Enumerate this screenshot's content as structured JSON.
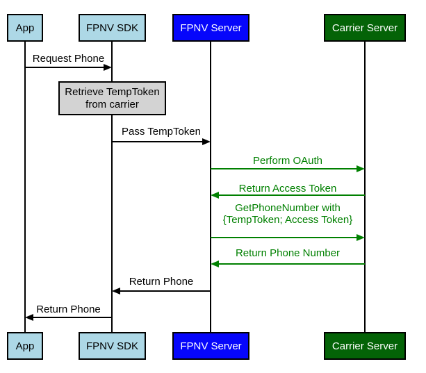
{
  "diagram": {
    "type": "sequence-diagram",
    "actors": [
      {
        "id": "app",
        "label": "App"
      },
      {
        "id": "fpnv-sdk",
        "label": "FPNV SDK"
      },
      {
        "id": "fpnv-server",
        "label": "FPNV Server"
      },
      {
        "id": "carrier-server",
        "label": "Carrier Server"
      }
    ],
    "note": {
      "text": "Retrieve TempToken\nfrom carrier"
    },
    "messages": [
      {
        "label": "Request Phone",
        "from": "App",
        "to": "FPNV SDK",
        "direction": "right",
        "color": "black"
      },
      {
        "label": "Pass TempToken",
        "from": "FPNV SDK",
        "to": "FPNV Server",
        "direction": "right",
        "color": "black"
      },
      {
        "label": "Perform OAuth",
        "from": "FPNV Server",
        "to": "Carrier Server",
        "direction": "right",
        "color": "green"
      },
      {
        "label": "Return Access Token",
        "from": "Carrier Server",
        "to": "FPNV Server",
        "direction": "left",
        "color": "green"
      },
      {
        "label": "GetPhoneNumber with\n{TempToken; Access Token}",
        "from": "FPNV Server",
        "to": "Carrier Server",
        "direction": "right",
        "color": "green"
      },
      {
        "label": "Return Phone Number",
        "from": "Carrier Server",
        "to": "FPNV Server",
        "direction": "left",
        "color": "green"
      },
      {
        "label": "Return Phone",
        "from": "FPNV Server",
        "to": "FPNV SDK",
        "direction": "left",
        "color": "black"
      },
      {
        "label": "Return Phone",
        "from": "FPNV SDK",
        "to": "App",
        "direction": "left",
        "color": "black"
      }
    ],
    "colors": {
      "actor_light_fill": "#add8e6",
      "actor_blue_fill": "#0606fb",
      "actor_green_fill": "#046307",
      "note_fill": "#d3d3d3",
      "message_green": "#008000",
      "message_black": "#000000"
    }
  }
}
